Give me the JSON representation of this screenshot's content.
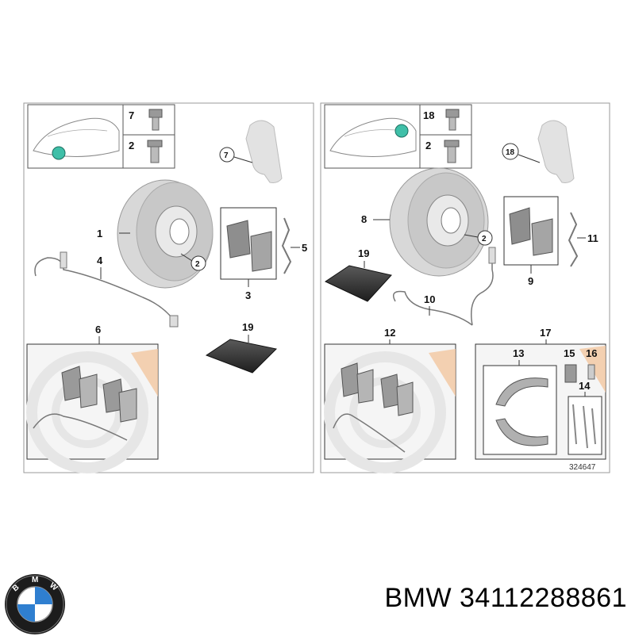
{
  "left_panel": {
    "inset_numbers": [
      "7",
      "2"
    ],
    "callouts": [
      "1",
      "4",
      "3",
      "5",
      "6",
      "19"
    ],
    "circled": [
      "7",
      "2"
    ]
  },
  "right_panel": {
    "inset_numbers": [
      "18",
      "2"
    ],
    "callouts": [
      "8",
      "19",
      "10",
      "9",
      "11",
      "12",
      "17",
      "13",
      "15",
      "16",
      "14"
    ],
    "circled": [
      "18",
      "2"
    ],
    "diagram_ref": "324647"
  },
  "logo": {
    "icon": "bmw-logo",
    "letters": [
      "B",
      "M",
      "W"
    ]
  },
  "caption": {
    "brand": "BMW",
    "part_number": "34112288861"
  },
  "colors": {
    "highlight": "#3fbfa8",
    "gray_part": "#c8c8c8",
    "dark_pad": "#2e2e2e",
    "accent_orange": "#f3c7a0"
  }
}
